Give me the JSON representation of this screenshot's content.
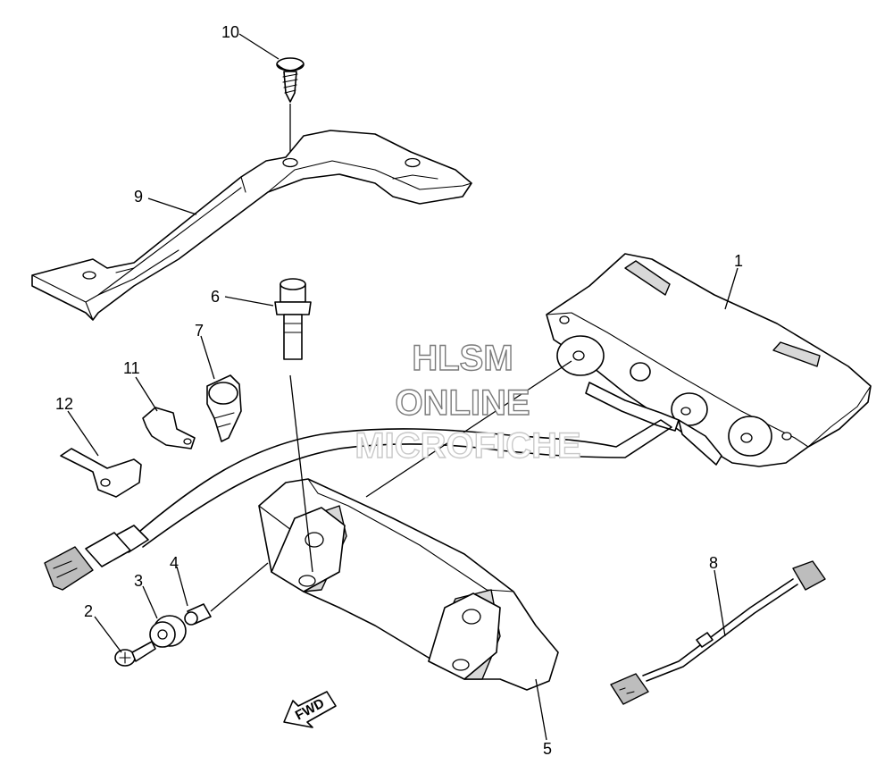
{
  "callouts": {
    "p1": "1",
    "p2": "2",
    "p3": "3",
    "p4": "4",
    "p5": "5",
    "p6": "6",
    "p7": "7",
    "p8": "8",
    "p9": "9",
    "p10": "10",
    "p11": "11",
    "p12": "12"
  },
  "watermark": {
    "line1": "HLSM",
    "line2": "ONLINE",
    "line3": "MICROFICHE"
  },
  "direction_arrow": {
    "label": "FWD"
  }
}
